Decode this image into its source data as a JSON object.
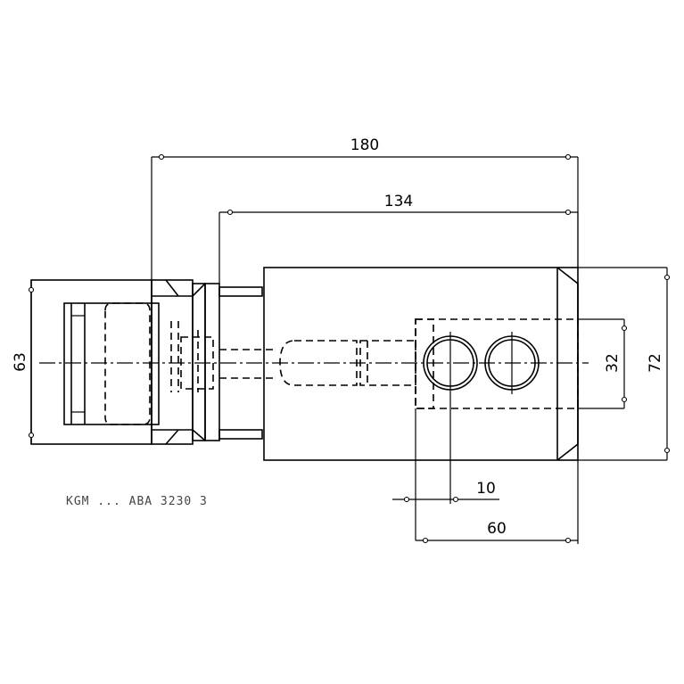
{
  "dimensions": {
    "overall_length": "180",
    "body_length": "134",
    "holder_diameter": "63",
    "body_height": "72",
    "hole_spacing": "32",
    "hole_offset": "10",
    "hole_pattern_width": "60"
  },
  "part_label": "KGM ... ABA 3230 3"
}
